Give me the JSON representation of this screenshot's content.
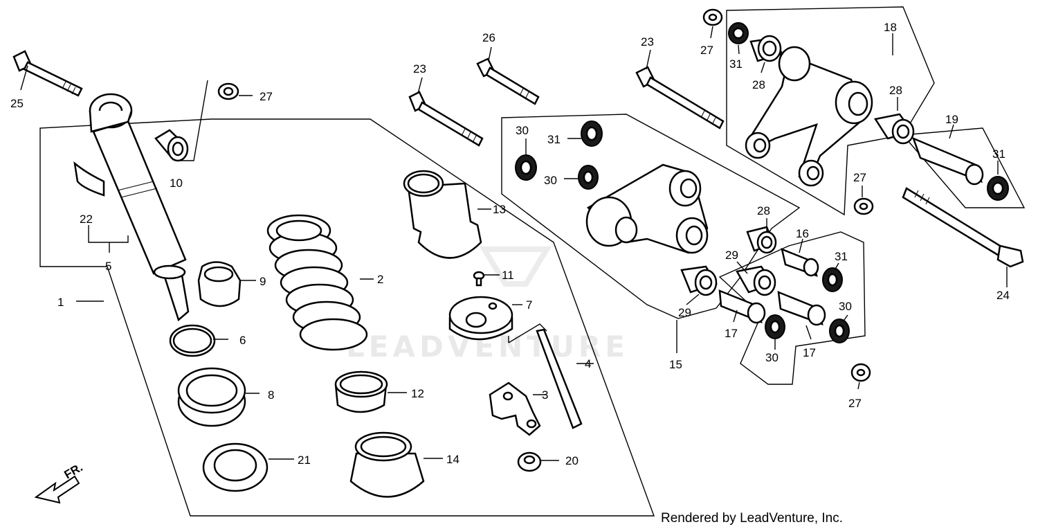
{
  "diagram": {
    "callouts": {
      "c1": "1",
      "c2": "2",
      "c3": "3",
      "c4": "4",
      "c5": "5",
      "c6": "6",
      "c7": "7",
      "c8": "8",
      "c9": "9",
      "c10": "10",
      "c11": "11",
      "c12": "12",
      "c13": "13",
      "c14": "14",
      "c15": "15",
      "c16": "16",
      "c17a": "17",
      "c17b": "17",
      "c18": "18",
      "c19": "19",
      "c20": "20",
      "c21": "21",
      "c22": "22",
      "c23a": "23",
      "c23b": "23",
      "c24": "24",
      "c25": "25",
      "c26": "26",
      "c27a": "27",
      "c27b": "27",
      "c27c": "27",
      "c27d": "27",
      "c28a": "28",
      "c28b": "28",
      "c28c": "28",
      "c29a": "29",
      "c29b": "29",
      "c30a": "30",
      "c30b": "30",
      "c30c": "30",
      "c30d": "30",
      "c31a": "31",
      "c31b": "31",
      "c31c": "31",
      "c31d": "31"
    },
    "front_marker": "FR.",
    "watermark": "LEADVENTURE",
    "credit": "Rendered by LeadVenture, Inc."
  }
}
